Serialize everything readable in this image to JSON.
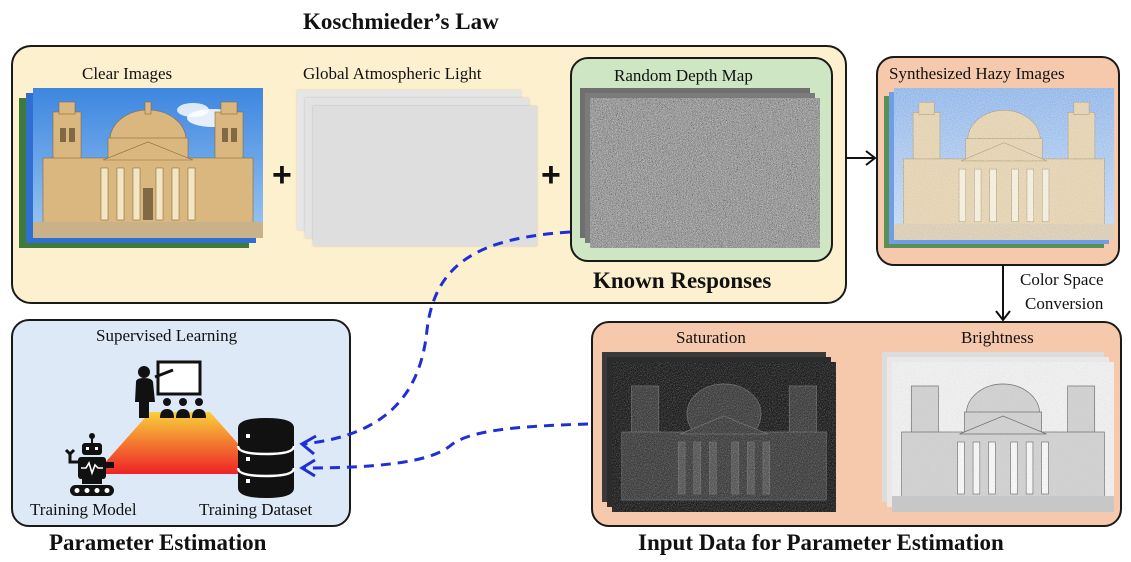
{
  "titles": {
    "koschmieder": "Koschmieder’s Law",
    "known_responses": "Known Responses",
    "parameter_estimation": "Parameter Estimation",
    "input_data": "Input Data for Parameter Estimation"
  },
  "labels": {
    "clear_images": "Clear Images",
    "global_light": "Global Atmospheric Light",
    "random_depth": "Random Depth Map",
    "synth_hazy": "Synthesized Hazy Images",
    "color_space_1": "Color Space",
    "color_space_2": "Conversion",
    "saturation": "Saturation",
    "brightness": "Brightness",
    "supervised_learning": "Supervised Learning",
    "training_model": "Training Model",
    "training_dataset": "Training Dataset"
  },
  "operators": {
    "plus": "+"
  },
  "colors": {
    "koschmieder_bg": "#fcf0cf",
    "known_bg": "#cfe6c4",
    "hazy_bg": "#f6c9ad",
    "input_bg": "#f6c9ad",
    "param_bg": "#dde9f6",
    "dashed_arrow": "#1f2fd6",
    "gradient_top": "#f8d13a",
    "gradient_bottom": "#ee2226"
  },
  "icons": [
    "teacher-icon",
    "robot-icon",
    "database-icon"
  ]
}
